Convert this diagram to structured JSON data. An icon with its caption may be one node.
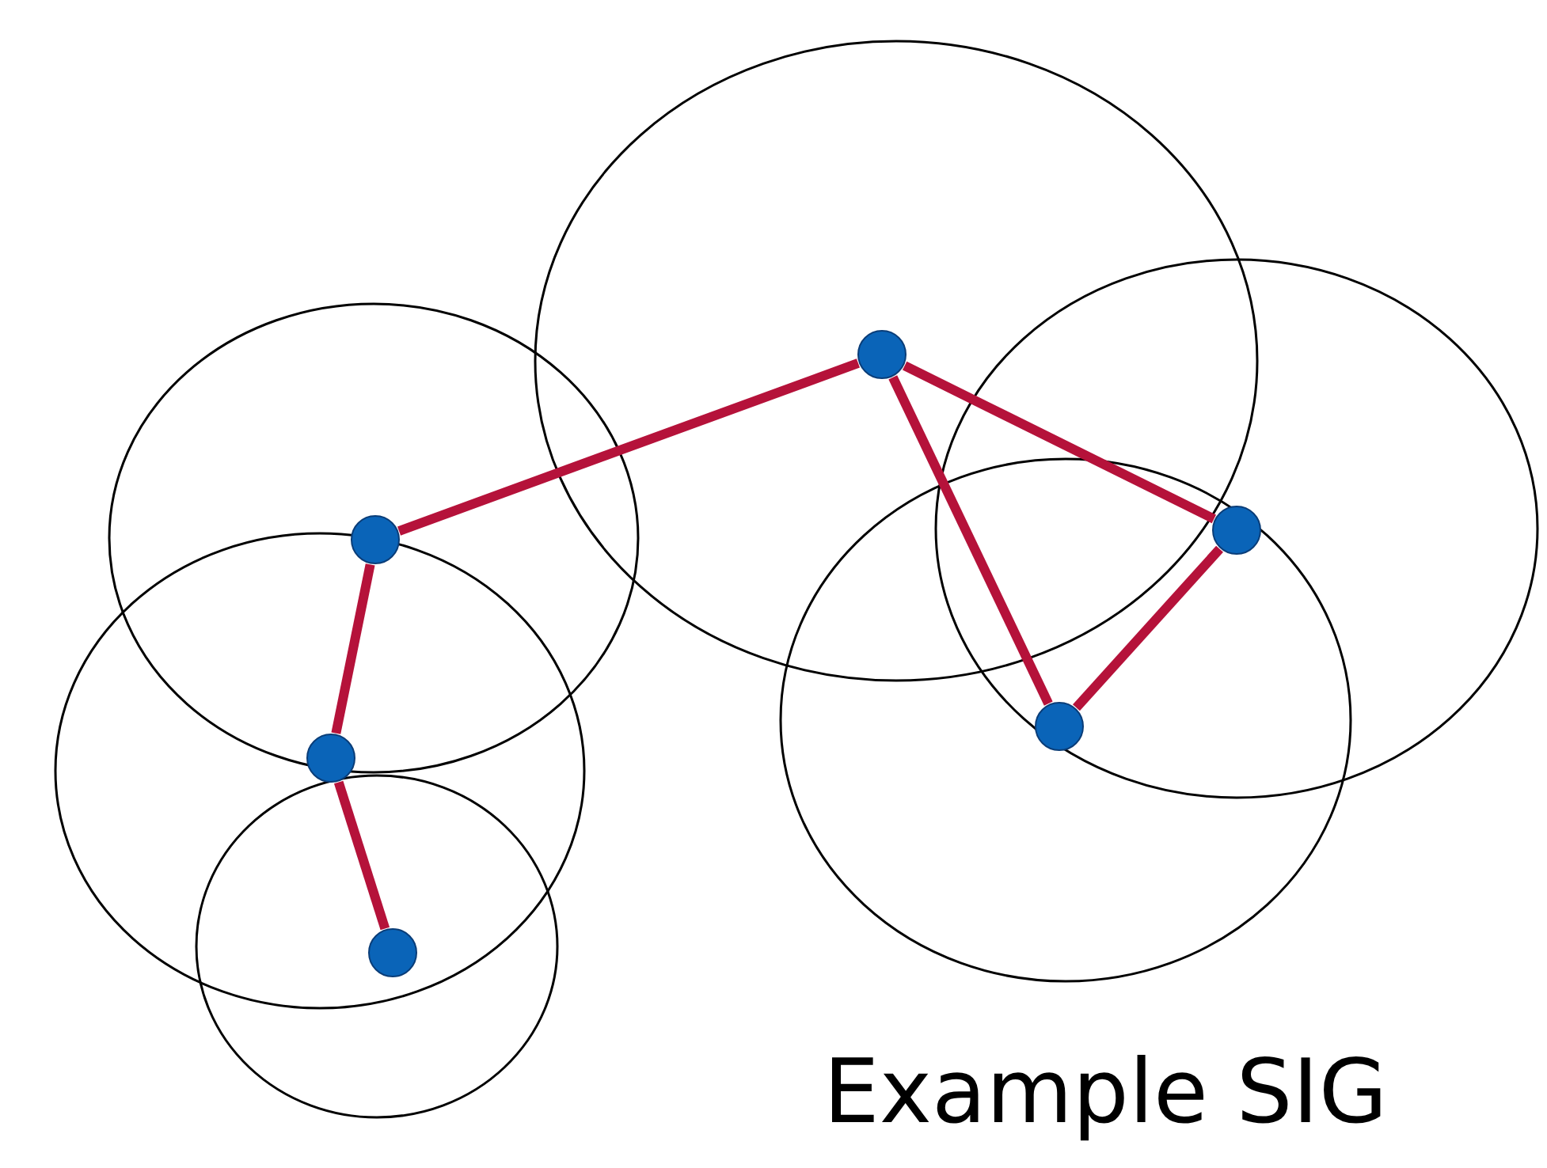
{
  "diagram": {
    "title": "Example SIG",
    "nodes": [
      {
        "text": [],
        "shape": "circle"
      },
      {
        "text": [],
        "shape": "circle"
      },
      {
        "text": [],
        "shape": "circle"
      },
      {
        "text": [],
        "shape": "circle"
      },
      {
        "text": [],
        "shape": "circle"
      },
      {
        "text": [],
        "shape": "circle"
      }
    ],
    "edges": [
      {
        "from": 1,
        "to": 0,
        "arrow": "none"
      },
      {
        "from": 0,
        "to": 2,
        "arrow": "none"
      },
      {
        "from": 1,
        "to": 3,
        "arrow": "none"
      },
      {
        "from": 3,
        "to": 5,
        "arrow": "none"
      },
      {
        "from": 3,
        "to": 4,
        "arrow": "none"
      },
      {
        "from": 4,
        "to": 5,
        "arrow": "none"
      }
    ]
  }
}
